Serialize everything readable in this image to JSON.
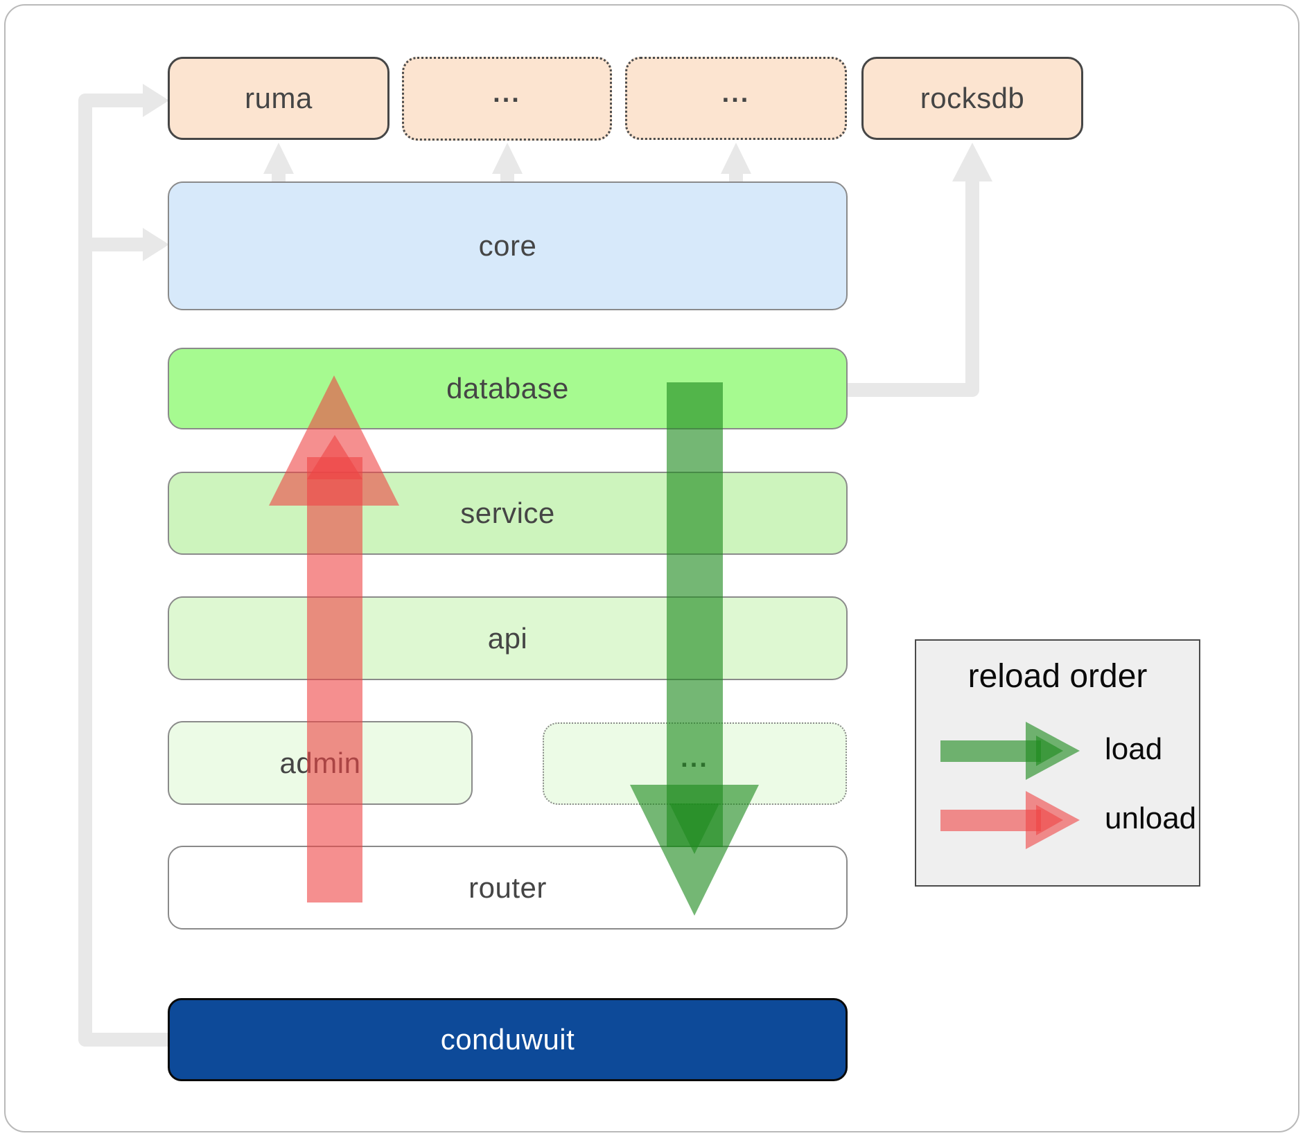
{
  "diagram": {
    "boxes": {
      "ruma": {
        "label": "ruma"
      },
      "deps_dots_1": {
        "label": "..."
      },
      "deps_dots_2": {
        "label": "..."
      },
      "rocksdb": {
        "label": "rocksdb"
      },
      "core": {
        "label": "core"
      },
      "database": {
        "label": "database"
      },
      "service": {
        "label": "service"
      },
      "api": {
        "label": "api"
      },
      "admin": {
        "label": "admin"
      },
      "admin_dots": {
        "label": "..."
      },
      "router": {
        "label": "router"
      },
      "conduwuit": {
        "label": "conduwuit"
      }
    },
    "colors": {
      "external_fill": "#fce4d0",
      "core_fill": "#d7e9fa",
      "database_fill": "#a6fa90",
      "service_fill": "#cdf4bd",
      "api_fill": "#def8d2",
      "admin_fill": "#ecfbe6",
      "router_fill": "#ffffff",
      "conduwuit_fill": "#0d4a99",
      "connector_gray": "#e8e8e8",
      "load_arrow_green": "#1f8b1f",
      "unload_arrow_red": "#ef4444"
    }
  },
  "legend": {
    "title": "reload order",
    "items": [
      {
        "label": "load",
        "color": "#1f8b1f"
      },
      {
        "label": "unload",
        "color": "#ef4444"
      }
    ]
  }
}
